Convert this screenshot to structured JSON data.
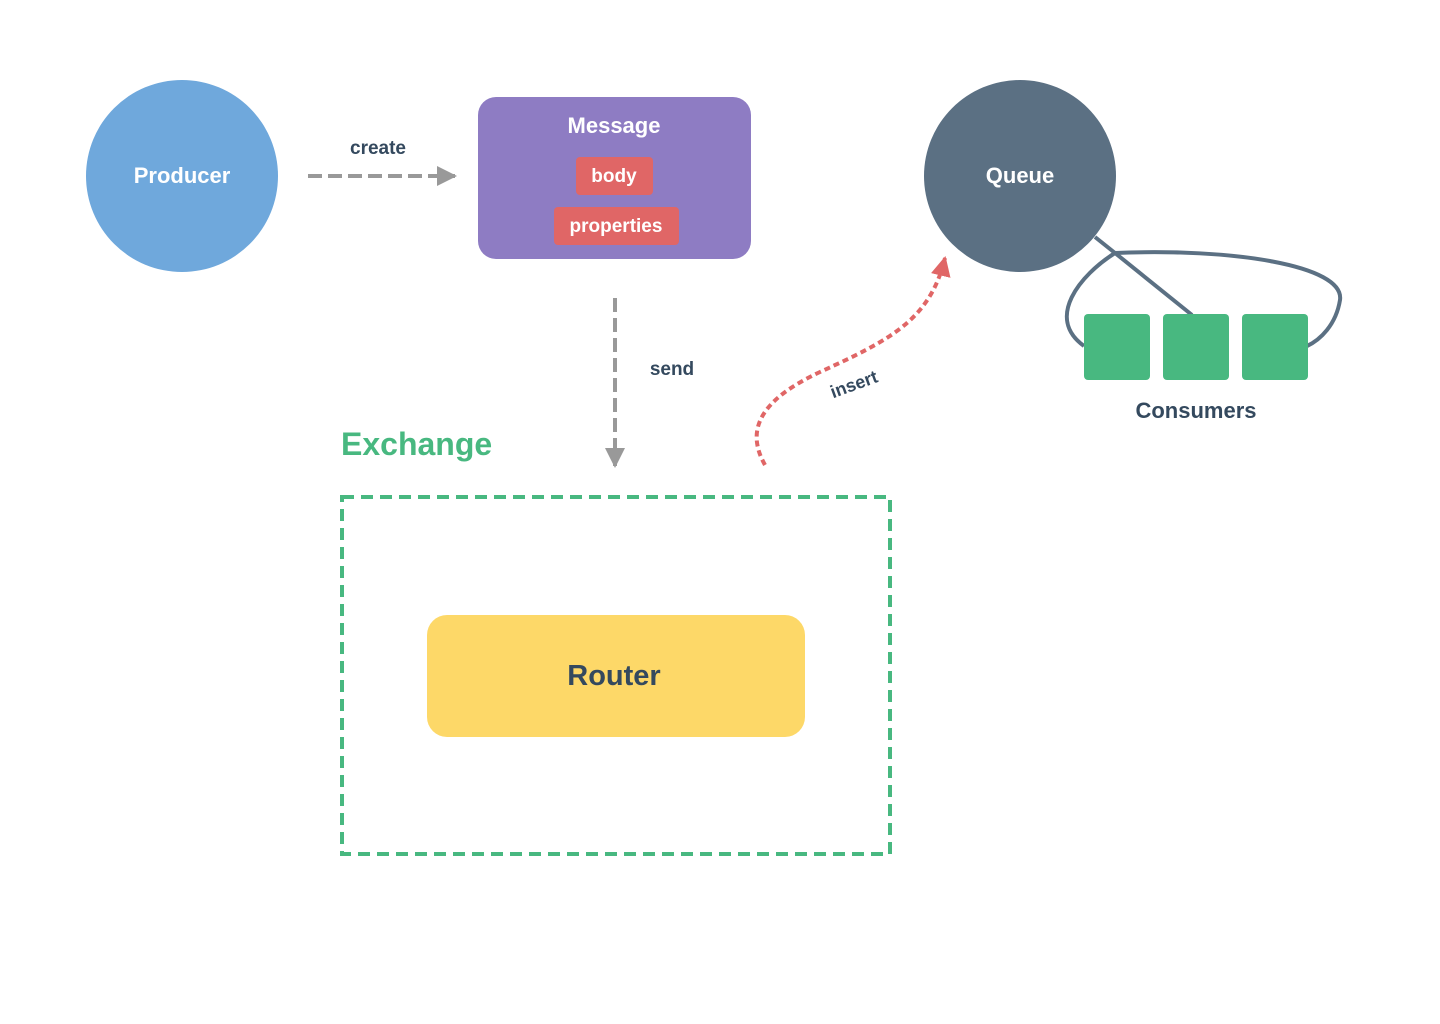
{
  "nodes": {
    "producer": {
      "label": "Producer"
    },
    "message": {
      "title": "Message",
      "fields": {
        "body": "body",
        "properties": "properties"
      }
    },
    "queue": {
      "label": "Queue"
    },
    "consumers": {
      "label": "Consumers"
    },
    "exchange": {
      "label": "Exchange"
    },
    "router": {
      "label": "Router"
    }
  },
  "edges": {
    "create": {
      "label": "create"
    },
    "send": {
      "label": "send"
    },
    "insert": {
      "label": "insert"
    }
  },
  "colors": {
    "producer": "#6fa8dc",
    "message": "#8e7cc3",
    "field": "#e06666",
    "queue": "#5b7083",
    "consumer": "#48b880",
    "exchange": "#48b880",
    "router": "#fdd868",
    "text_dark": "#34495e",
    "arrow_gray": "#999999",
    "arrow_red": "#e06666"
  }
}
